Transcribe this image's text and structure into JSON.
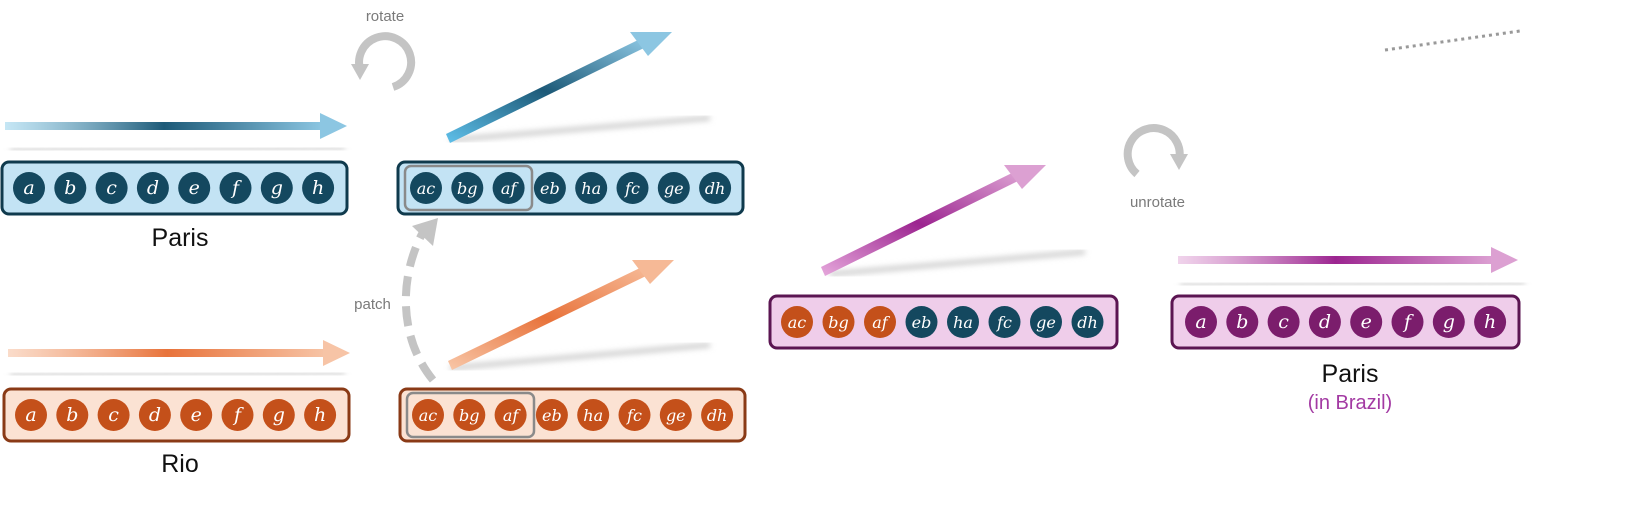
{
  "labels": {
    "rotate": "rotate",
    "unrotate": "unrotate",
    "patch": "patch",
    "paris_top": "Paris",
    "rio": "Rio",
    "paris_result": "Paris",
    "in_brazil": "(in Brazil)"
  },
  "rows": {
    "plain": [
      "a",
      "b",
      "c",
      "d",
      "e",
      "f",
      "g",
      "h"
    ],
    "rotated": [
      "ac",
      "bg",
      "af",
      "eb",
      "ha",
      "fc",
      "ge",
      "dh"
    ],
    "mixed": [
      "ac",
      "bg",
      "af",
      "eb",
      "ha",
      "fc",
      "ge",
      "dh"
    ],
    "result": [
      "a",
      "b",
      "c",
      "d",
      "e",
      "f",
      "g",
      "h"
    ]
  },
  "patched_count": 3,
  "colors": {
    "blue_circle": "#14485f",
    "blue_fill": "#c3e3f4",
    "blue_border": "#0f3a4d",
    "orange_circle": "#c4501a",
    "orange_fill": "#fbe2d3",
    "orange_border": "#8a3a16",
    "purple_circle": "#7b1d6c",
    "purple_fill": "#efcdea",
    "purple_border": "#5b1552",
    "grey": "#c4c4c4"
  }
}
